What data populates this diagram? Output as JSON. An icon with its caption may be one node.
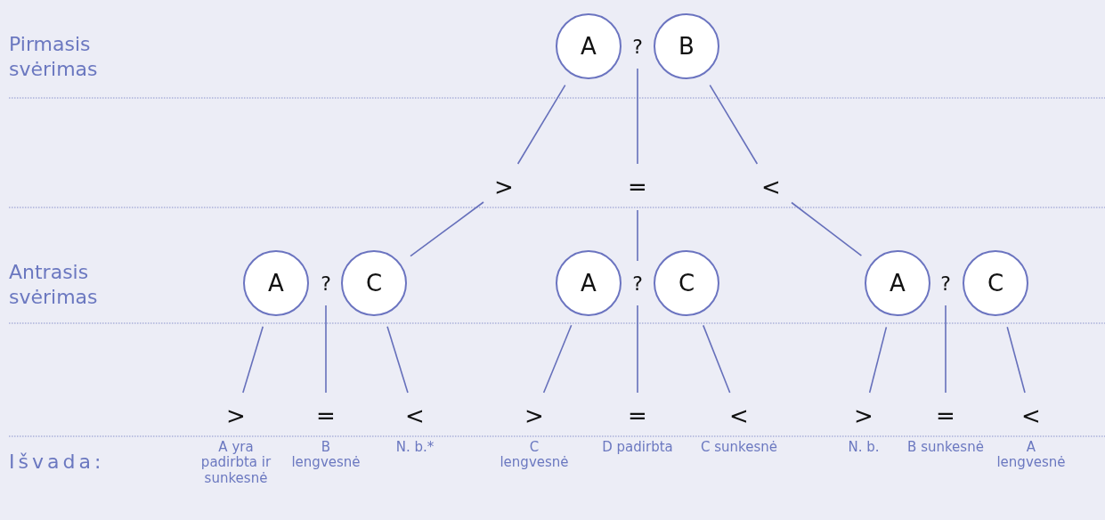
{
  "diagram": {
    "nodes": [
      {
        "text": [
          "A"
        ]
      },
      {
        "text": [
          "?"
        ]
      },
      {
        "text": [
          "B"
        ]
      },
      {
        "text": [
          ">"
        ]
      },
      {
        "text": [
          "="
        ]
      },
      {
        "text": [
          "<"
        ]
      },
      {
        "text": [
          "A"
        ]
      },
      {
        "text": [
          "?"
        ]
      },
      {
        "text": [
          "C"
        ]
      },
      {
        "text": [
          "A"
        ]
      },
      {
        "text": [
          "?"
        ]
      },
      {
        "text": [
          "C"
        ]
      },
      {
        "text": [
          "A"
        ]
      },
      {
        "text": [
          "?"
        ]
      },
      {
        "text": [
          "C"
        ]
      },
      {
        "text": [
          ">"
        ],
        "beside": [
          "A yra padirbta ir sunkesnė"
        ]
      },
      {
        "text": [
          "="
        ],
        "beside": [
          "B lengvesnė"
        ]
      },
      {
        "text": [
          "<"
        ],
        "beside": [
          "N. b.*"
        ]
      },
      {
        "text": [
          ">"
        ],
        "beside": [
          "C lengvesnė"
        ]
      },
      {
        "text": [
          "="
        ],
        "beside": [
          "D padirbta"
        ]
      },
      {
        "text": [
          "<"
        ],
        "beside": [
          "C sunkesnė"
        ]
      },
      {
        "text": [
          ">"
        ],
        "beside": [
          "N. b."
        ]
      },
      {
        "text": [
          "="
        ],
        "beside": [
          "B sunkesnė"
        ]
      },
      {
        "text": [
          "<"
        ],
        "beside": [
          "A lengvesnė"
        ]
      }
    ],
    "edges": [
      {
        "from": 0,
        "to": 3,
        "arrow": "none"
      },
      {
        "from": 1,
        "to": 4,
        "arrow": "none"
      },
      {
        "from": 2,
        "to": 5,
        "arrow": "none"
      },
      {
        "from": 3,
        "to": 8,
        "arrow": "none"
      },
      {
        "from": 4,
        "to": 10,
        "arrow": "none"
      },
      {
        "from": 5,
        "to": 12,
        "arrow": "none"
      },
      {
        "from": 6,
        "to": 15,
        "arrow": "none"
      },
      {
        "from": 7,
        "to": 16,
        "arrow": "none"
      },
      {
        "from": 8,
        "to": 17,
        "arrow": "none"
      },
      {
        "from": 9,
        "to": 18,
        "arrow": "none"
      },
      {
        "from": 10,
        "to": 19,
        "arrow": "none"
      },
      {
        "from": 11,
        "to": 20,
        "arrow": "none"
      },
      {
        "from": 12,
        "to": 21,
        "arrow": "none"
      },
      {
        "from": 13,
        "to": 22,
        "arrow": "none"
      },
      {
        "from": 14,
        "to": 23,
        "arrow": "none"
      }
    ],
    "labels": [
      "Pirmasis svėrimas",
      "Antrasis svėrimas",
      "Išvada:"
    ]
  }
}
